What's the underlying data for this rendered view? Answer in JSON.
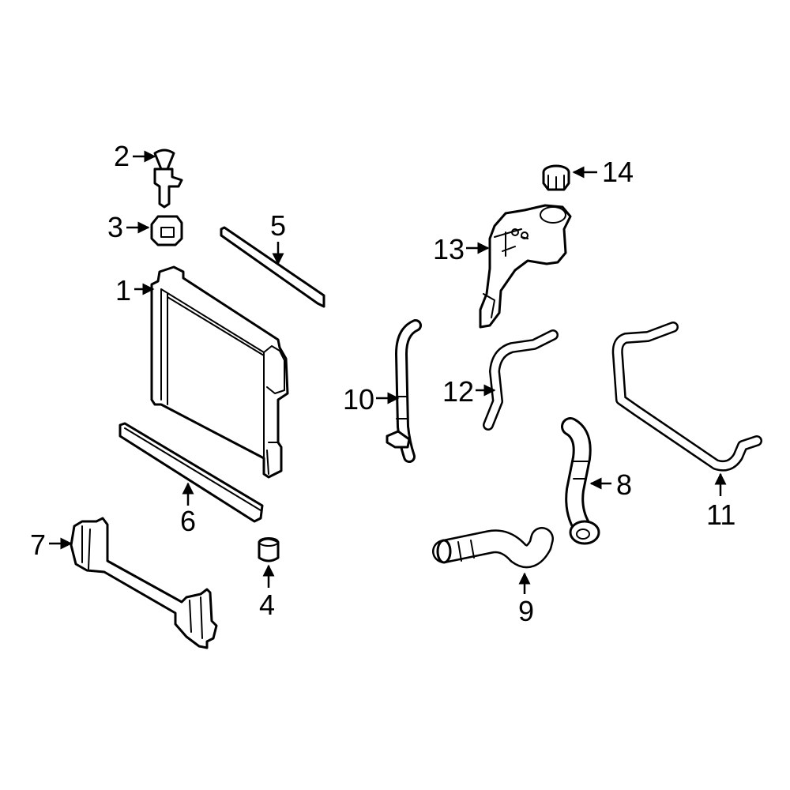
{
  "callouts": {
    "c1": "1",
    "c2": "2",
    "c3": "3",
    "c4": "4",
    "c5": "5",
    "c6": "6",
    "c7": "7",
    "c8": "8",
    "c9": "9",
    "c10": "10",
    "c11": "11",
    "c12": "12",
    "c13": "13",
    "c14": "14"
  },
  "colors": {
    "highlight": "#1f3fcf",
    "line": "#000000",
    "background": "#ffffff"
  },
  "highlighted_part": "9"
}
